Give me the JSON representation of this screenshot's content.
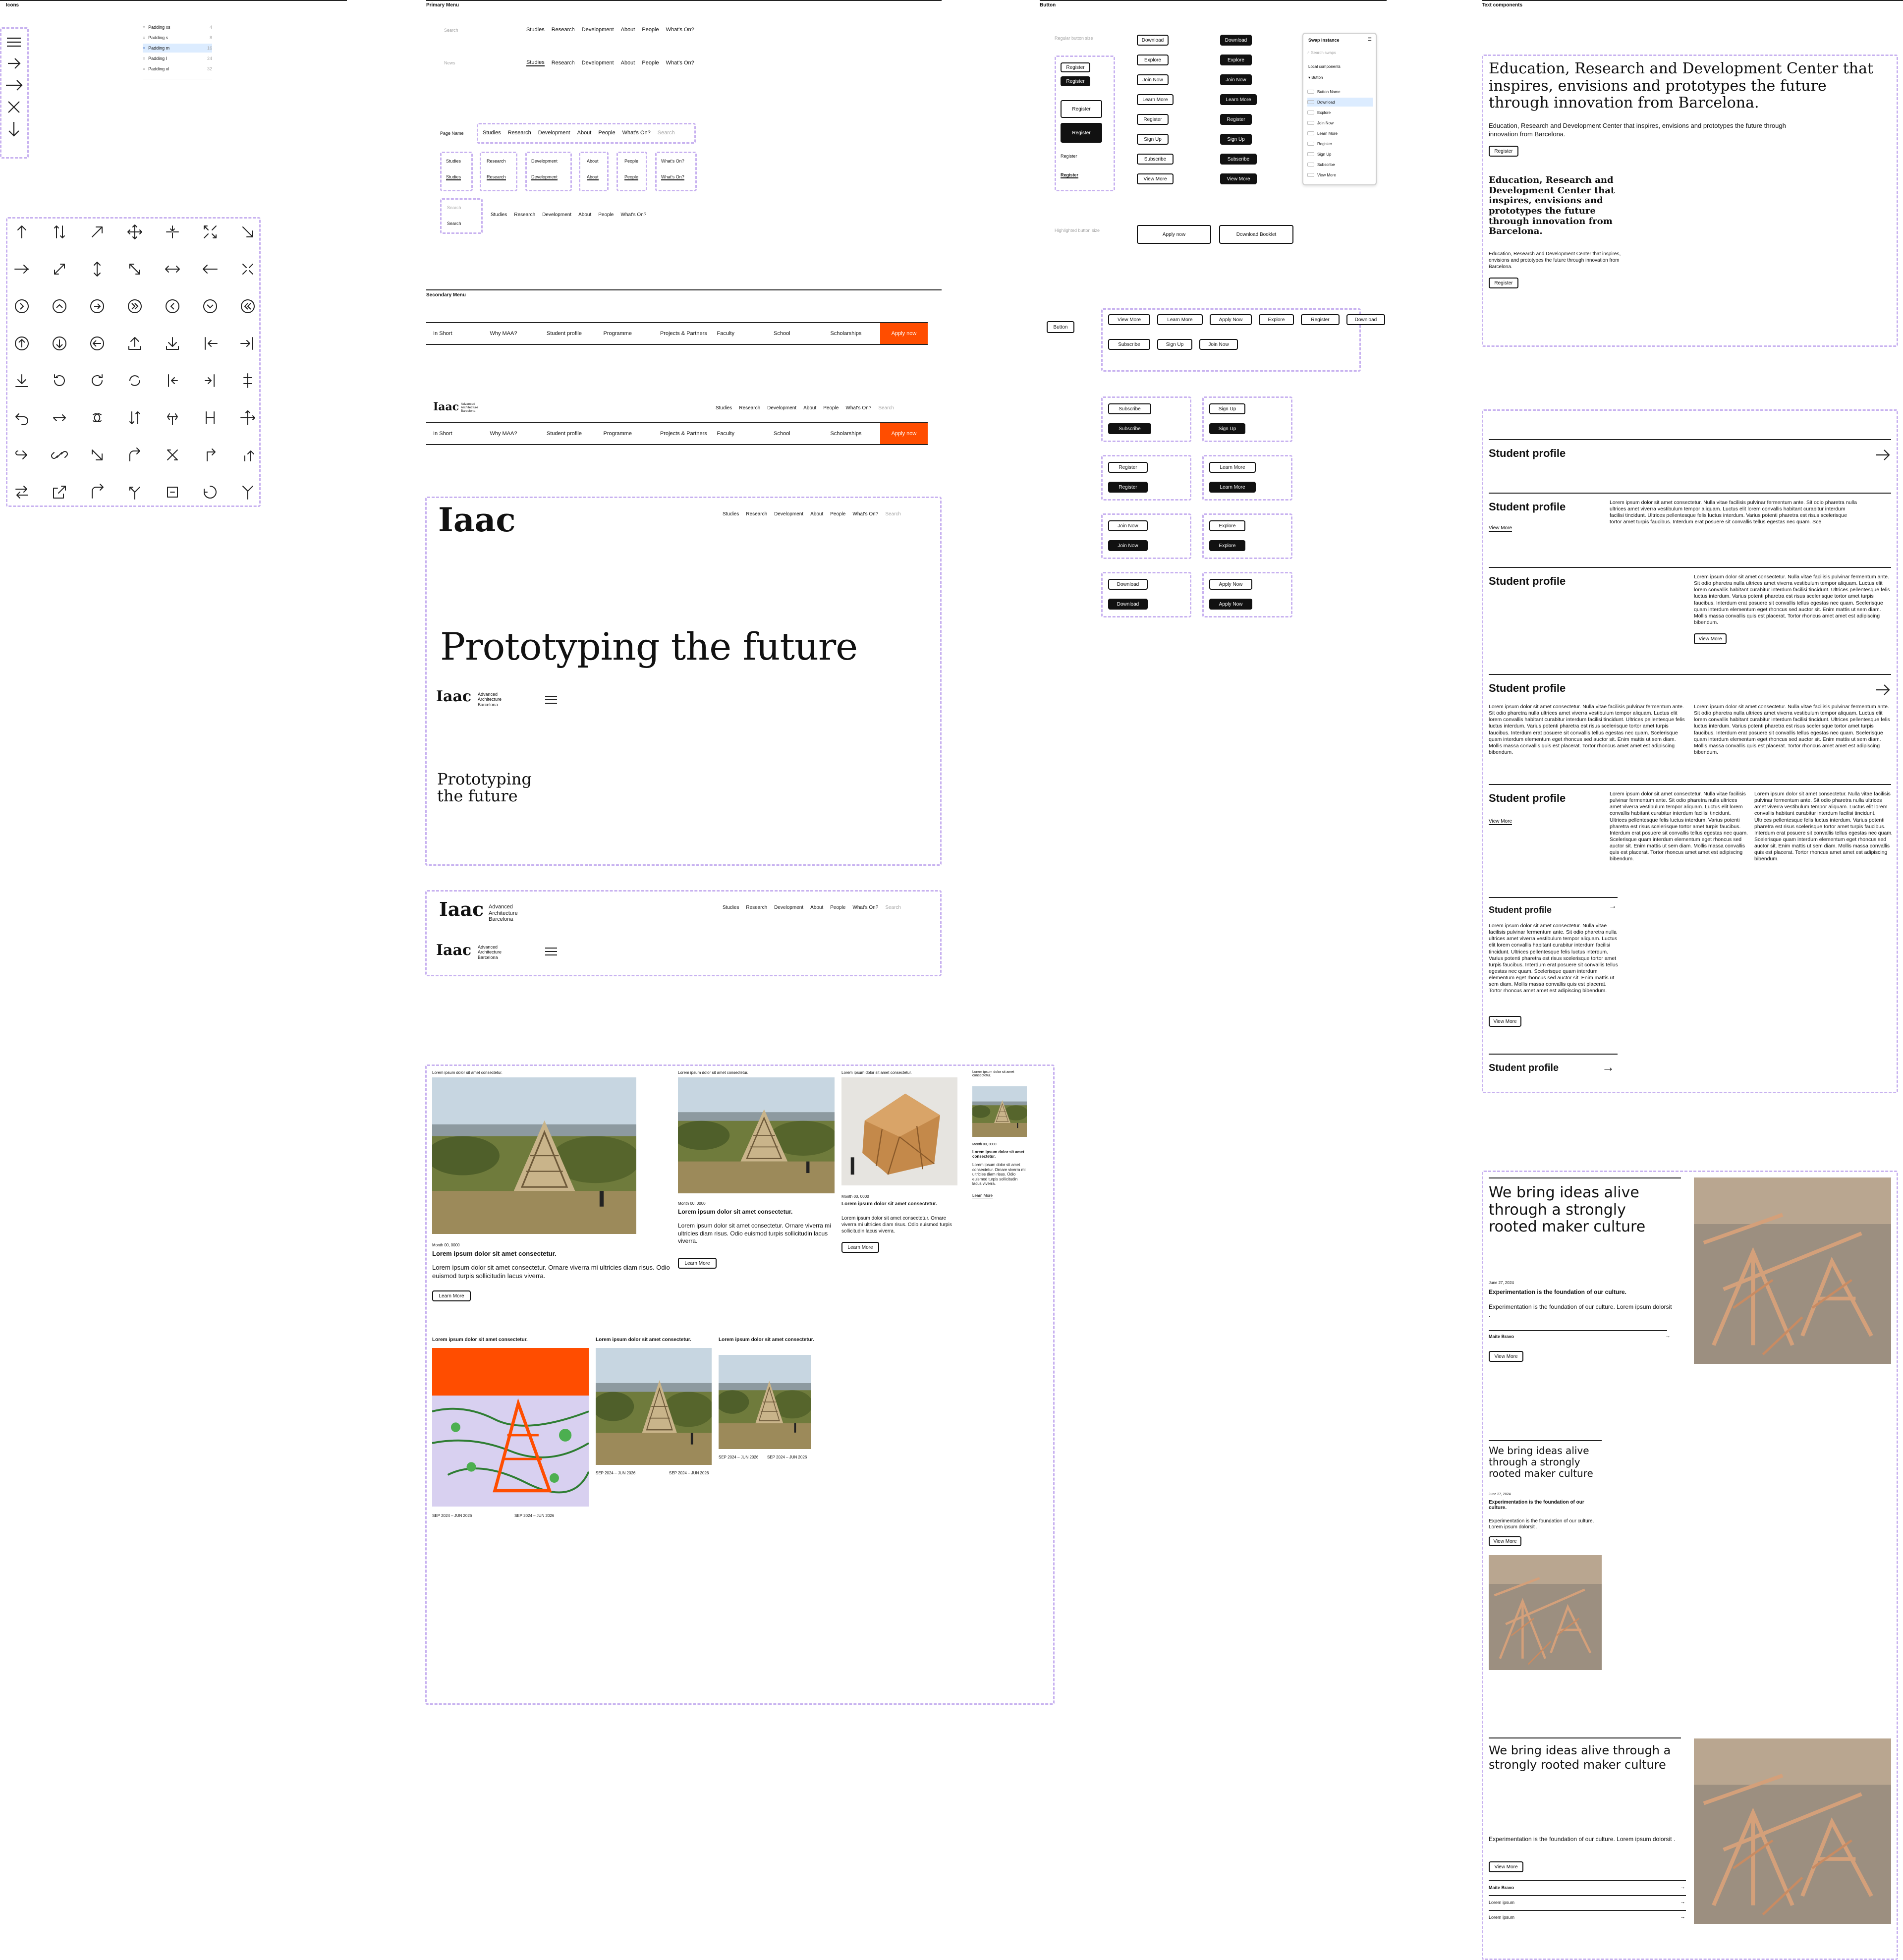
{
  "sections": {
    "icons": "Icons",
    "primary_menu": "Primary Menu",
    "secondary_menu": "Secondary Menu",
    "button": "Button",
    "text_components": "Text components"
  },
  "layers": [
    "Padding xs",
    "Padding s",
    "Padding m",
    "Padding l",
    "Padding xl"
  ],
  "layer_values": [
    "4",
    "8",
    "16",
    "24",
    "32"
  ],
  "nav": {
    "search": "Search",
    "items": [
      "Studies",
      "Research",
      "Development",
      "About",
      "People",
      "What's On?"
    ],
    "page_name": "Page Name",
    "news": "News"
  },
  "secondary": {
    "items": [
      "In Short",
      "Why MAA?",
      "Student profile",
      "Programme",
      "Projects & Partners",
      "Faculty",
      "School",
      "Scholarships"
    ],
    "apply": "Apply now"
  },
  "brand": {
    "logo": "Iaac",
    "line1": "Advanced",
    "line2": "Architecture",
    "line3": "Barcelona"
  },
  "hero": {
    "title": "Prototyping the future",
    "line1": "Prototyping",
    "line2": "the future"
  },
  "buttons": {
    "regular_label": "Regular button size",
    "highlight_label": "Highlighted button size",
    "register": "Register",
    "labels": [
      "Download",
      "Explore",
      "Join Now",
      "Learn More",
      "Register",
      "Sign Up",
      "Subscribe",
      "View More"
    ],
    "apply_now": "Apply now",
    "download_booklet": "Download Booklet",
    "button": "Button",
    "row1": [
      "View More",
      "Learn More",
      "Apply Now",
      "Explore",
      "Register",
      "Download"
    ],
    "row2": [
      "Subscribe",
      "Sign Up",
      "Join Now"
    ]
  },
  "swap": {
    "title": "Swap instance",
    "search": "Search swaps",
    "local": "Local components",
    "group": "Button",
    "items": [
      "Button Name",
      "Download",
      "Explore",
      "Join Now",
      "Learn More",
      "Register",
      "Sign Up",
      "Subscribe",
      "View More"
    ]
  },
  "text": {
    "headline": "Education, Research and Development Center that inspires, envisions and prototypes the future through innovation from Barcelona.",
    "sub": "Education, Research and Development Center that inspires, envisions and prototypes the future through innovation from Barcelona.",
    "register": "Register"
  },
  "student": {
    "title": "Student profile",
    "view_more": "View More",
    "lorem_short": "Lorem ipsum dolor sit amet consectetur. Nulla vitae facilisis pulvinar fermentum ante. Sit odio pharetra nulla ultrices amet viverra vestibulum tempor aliquam. Luctus elit lorem convallis habitant curabitur interdum facilisi tincidunt. Ultrices pellentesque felis luctus interdum. Varius potenti pharetra est risus scelerisque tortor amet turpis faucibus. Interdum erat posuere sit convallis tellus egestas nec quam. Scelerisque quam interdum elementum eget rhoncus sed auctor sit. Enim mattis ut sem diam. Mollis massa convallis quis est placerat. Tortor rhoncus amet amet est adipiscing bibendum."
  },
  "cards": {
    "kicker": "Lorem ipsum dolor sit amet consectetur.",
    "date": "Month 00, 0000",
    "title": "Lorem ipsum dolor sit amet consectetur.",
    "body": "Lorem ipsum dolor sit amet consectetur. Ornare viverra mi ultricies diam risus. Odio euismod turpis sollicitudin lacus viverra.",
    "learn": "Learn More",
    "period": "SEP 2024 – JUN 2026"
  },
  "maker": {
    "title": "We bring ideas alive through a strongly rooted maker culture",
    "date": "June 27, 2024",
    "bold": "Experimentation is the foundation of our culture.",
    "body": "Experimentation is the foundation of our culture. Lorem ipsum dolorsit .",
    "person": "Maite Bravo",
    "view_more": "View More",
    "link": "Lorem ipsum"
  },
  "colors": {
    "accent": "#ff4d00",
    "dashed": "#c8b2f0"
  }
}
